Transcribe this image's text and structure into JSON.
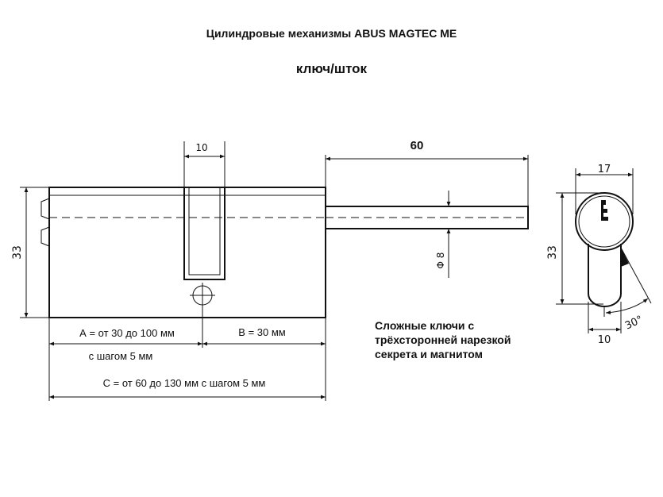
{
  "title": "Цилиндровые механизмы ABUS MAGTEC ME",
  "subtitle": "ключ/шток",
  "dimensions": {
    "cam_width": "10",
    "rod_length": "60",
    "height_left": "33",
    "rod_diameter": "Φ 8",
    "a_label": "А =  от 30 до 100 мм",
    "b_label": "В = 30 мм",
    "a_step": "с шагом 5 мм",
    "c_label": "С = от 60 до 130 мм с шагом 5 мм",
    "profile_width": "17",
    "profile_height": "33",
    "profile_bottom": "10",
    "angle": "30°"
  },
  "note": [
    "Сложные ключи с",
    "трёхсторонней нарезкой",
    "секрета и магнитом"
  ]
}
